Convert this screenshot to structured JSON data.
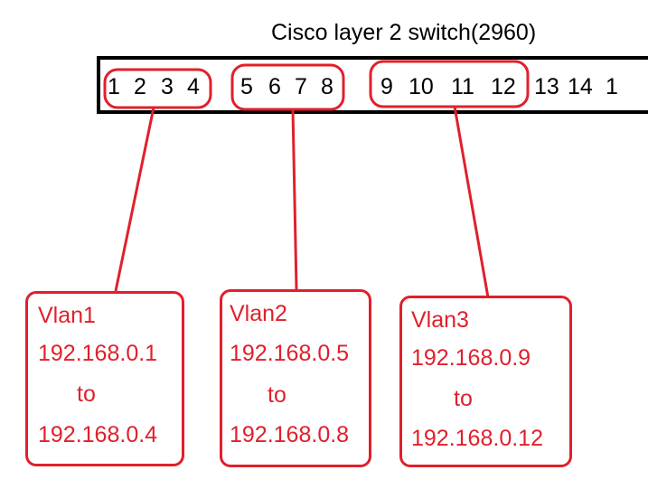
{
  "switch": {
    "title": "Cisco layer 2 switch(2960)",
    "ports": [
      "1",
      "2",
      "3",
      "4",
      "5",
      "6",
      "7",
      "8",
      "9",
      "10",
      "11",
      "12",
      "13",
      "14",
      "1"
    ]
  },
  "colors": {
    "outline": "#e0202b",
    "text": "#e0202b",
    "border": "#000000"
  },
  "vlans": [
    {
      "name": "Vlan1",
      "range_start": "192.168.0.1",
      "range_to": "to",
      "range_end": "192.168.0.4"
    },
    {
      "name": "Vlan2",
      "range_start": "192.168.0.5",
      "range_to": "to",
      "range_end": "192.168.0.8"
    },
    {
      "name": "Vlan3",
      "range_start": "192.168.0.9",
      "range_to": "to",
      "range_end": "192.168.0.12"
    }
  ]
}
